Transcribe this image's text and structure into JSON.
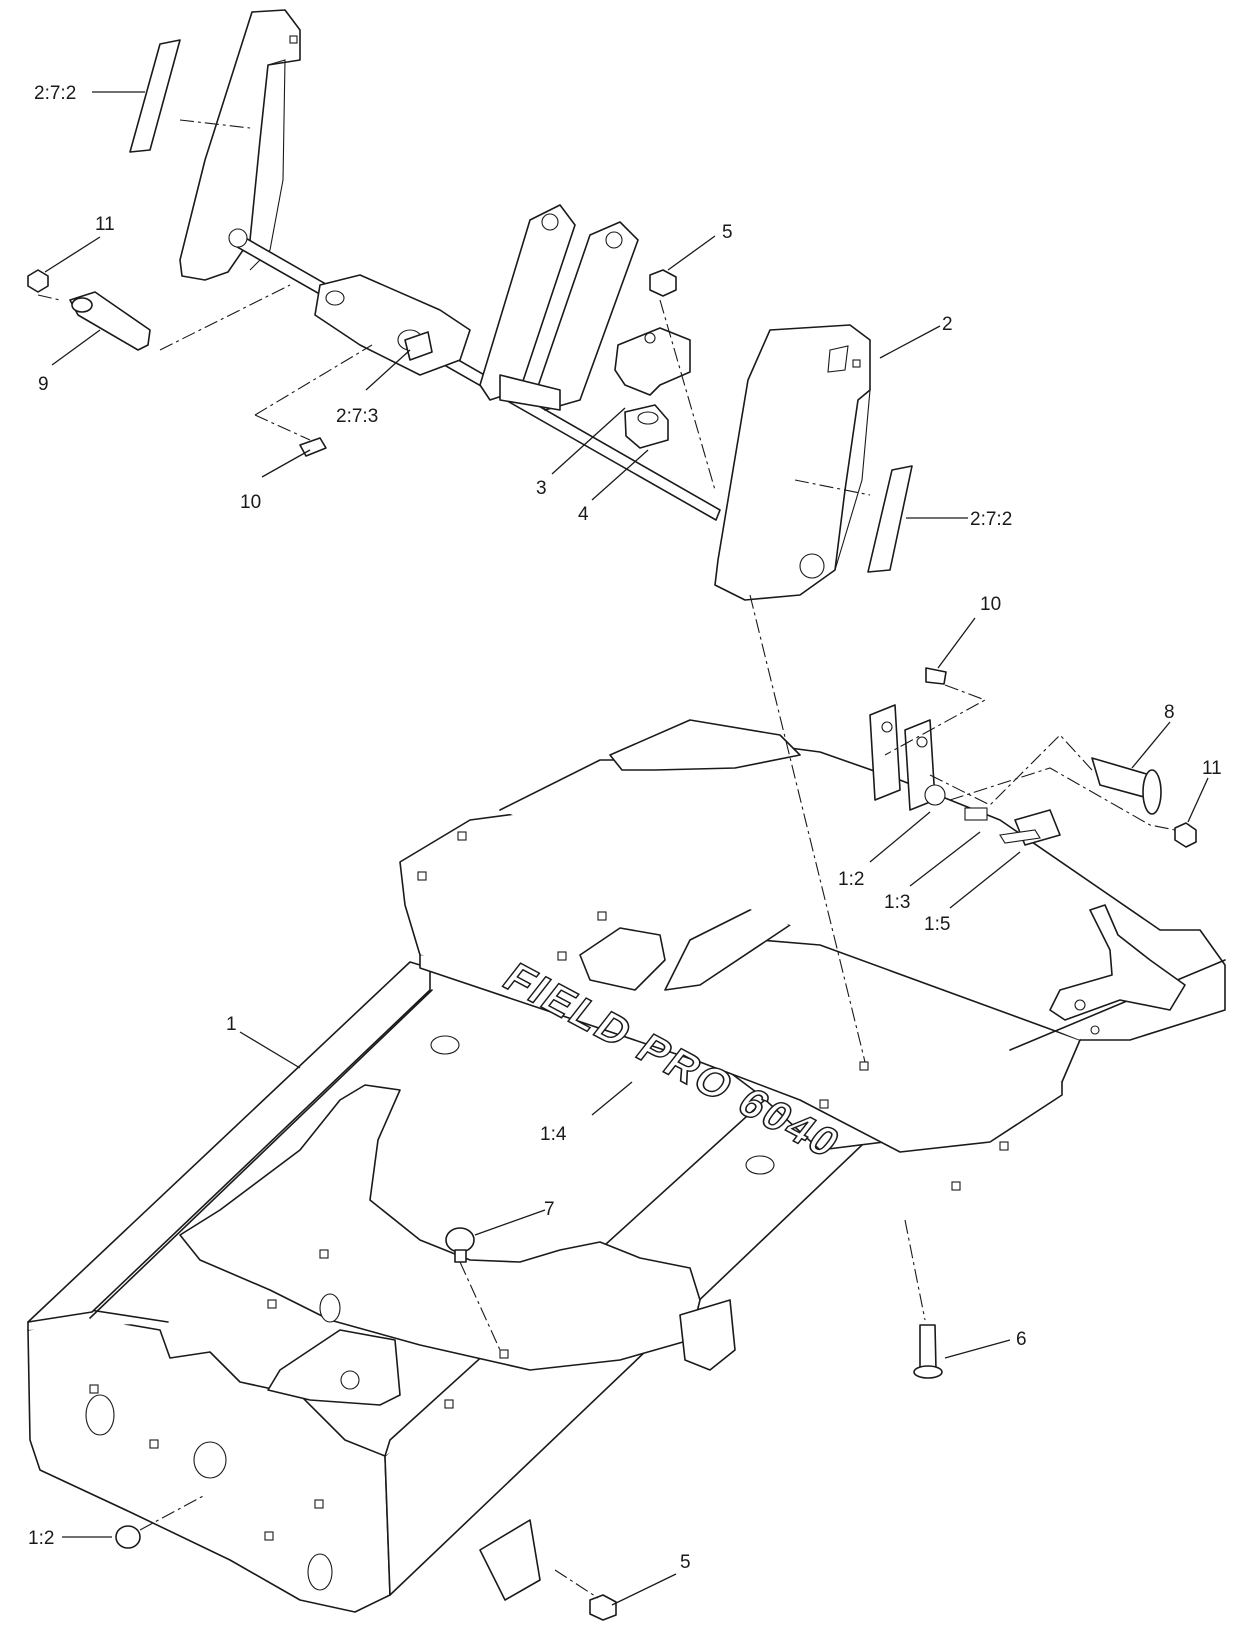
{
  "diagram": {
    "logo_text": "FIELD PRO 6040",
    "callouts": [
      {
        "id": "c-2-7-2-top",
        "text": "2:7:2"
      },
      {
        "id": "c-11-left",
        "text": "11"
      },
      {
        "id": "c-9",
        "text": "9"
      },
      {
        "id": "c-2-7-3",
        "text": "2:7:3"
      },
      {
        "id": "c-10-left",
        "text": "10"
      },
      {
        "id": "c-5-top",
        "text": "5"
      },
      {
        "id": "c-2",
        "text": "2"
      },
      {
        "id": "c-3",
        "text": "3"
      },
      {
        "id": "c-4",
        "text": "4"
      },
      {
        "id": "c-2-7-2-right",
        "text": "2:7:2"
      },
      {
        "id": "c-10-right",
        "text": "10"
      },
      {
        "id": "c-8",
        "text": "8"
      },
      {
        "id": "c-11-right",
        "text": "11"
      },
      {
        "id": "c-1-2-top",
        "text": "1:2"
      },
      {
        "id": "c-1-3",
        "text": "1:3"
      },
      {
        "id": "c-1-5",
        "text": "1:5"
      },
      {
        "id": "c-1",
        "text": "1"
      },
      {
        "id": "c-1-4",
        "text": "1:4"
      },
      {
        "id": "c-7",
        "text": "7"
      },
      {
        "id": "c-6",
        "text": "6"
      },
      {
        "id": "c-1-2-bottom",
        "text": "1:2"
      },
      {
        "id": "c-5-bottom",
        "text": "5"
      }
    ]
  }
}
